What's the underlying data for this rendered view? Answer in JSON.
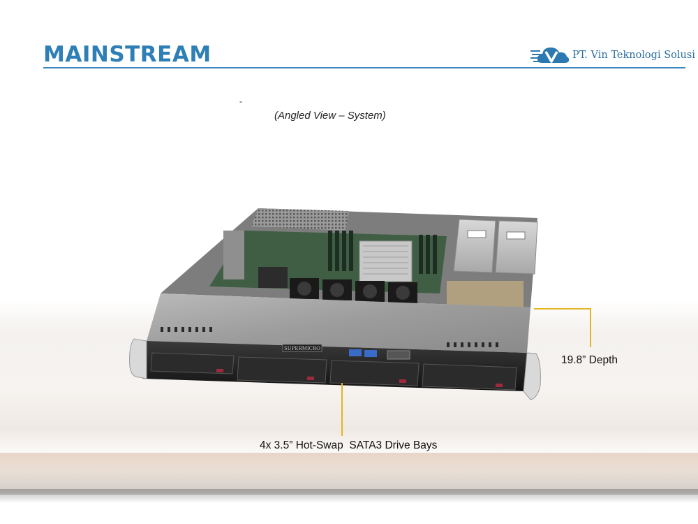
{
  "header": {
    "title": "MAINSTREAM",
    "logo_text": "PT. Vin Teknologi Solusi"
  },
  "caption": {
    "dash": "-",
    "text": "(Angled View – System)"
  },
  "image": {
    "brand_plate": "SUPERMICRO",
    "drive_bay_count": 4
  },
  "callouts": {
    "depth": "19.8” Depth",
    "drive_bays": "4x 3.5” Hot-Swap  SATA3 Drive Bays"
  },
  "colors": {
    "title": "#2f7fb7",
    "rule": "#3a86bf",
    "callout_line": "#e3b51f"
  }
}
